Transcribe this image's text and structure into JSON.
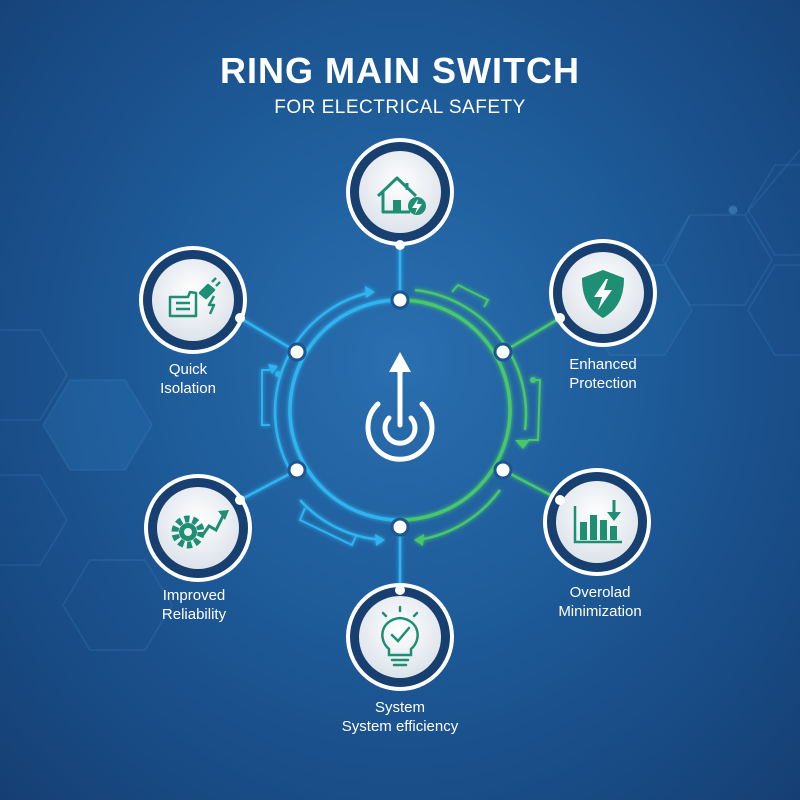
{
  "header": {
    "title": "RING MAIN SWITCH",
    "subtitle": "FOR ELECTRICAL SAFETY"
  },
  "center": {
    "icon": "power-arrow-icon"
  },
  "nodes": [
    {
      "id": "home",
      "icon": "home-lightning-icon",
      "lines": []
    },
    {
      "id": "enhanced-protection",
      "icon": "shield-lightning-icon",
      "lines": [
        "Enhanced",
        "Protection"
      ]
    },
    {
      "id": "overload-minimization",
      "icon": "bar-chart-down-icon",
      "lines": [
        "Overolad",
        "Minimization"
      ]
    },
    {
      "id": "system-efficiency",
      "icon": "lightbulb-check-icon",
      "lines": [
        "System",
        "System efficiency"
      ]
    },
    {
      "id": "improved-reliability",
      "icon": "gear-arrow-icon",
      "lines": [
        "Improved",
        "Reliability"
      ]
    },
    {
      "id": "quick-isolation",
      "icon": "hand-plug-icon",
      "lines": [
        "Quick",
        "Isolation"
      ]
    }
  ],
  "colors": {
    "blue_ring": "#2fb4ef",
    "green_ring": "#46c86a",
    "icon_teal": "#1f8f74",
    "node_fill": "#f2f4f6"
  }
}
